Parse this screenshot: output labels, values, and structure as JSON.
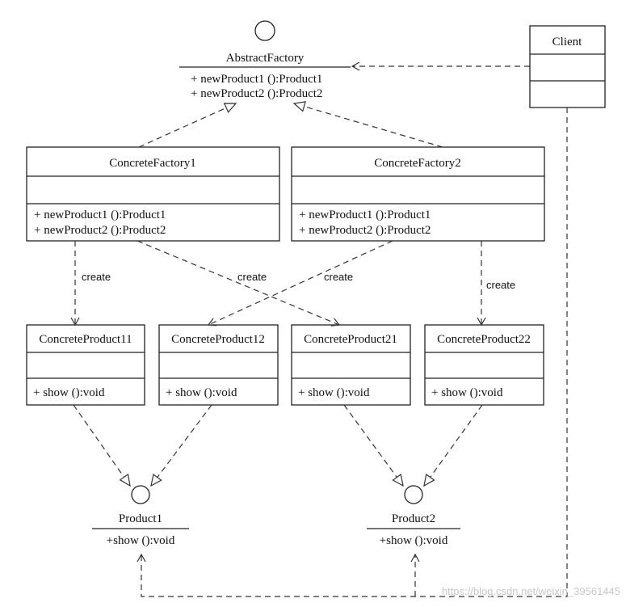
{
  "abstract_factory": {
    "name": "AbstractFactory",
    "methods": [
      "+ newProduct1 ():Product1",
      "+ newProduct2 ():Product2"
    ]
  },
  "client": {
    "name": "Client"
  },
  "concrete_factory_1": {
    "name": "ConcreteFactory1",
    "methods": [
      "+ newProduct1 ():Product1",
      "+ newProduct2 ():Product2"
    ]
  },
  "concrete_factory_2": {
    "name": "ConcreteFactory2",
    "methods": [
      "+ newProduct1 ():Product1",
      "+ newProduct2 ():Product2"
    ]
  },
  "products": [
    {
      "name": "ConcreteProduct11",
      "method": "+ show ():void"
    },
    {
      "name": "ConcreteProduct12",
      "method": "+ show ():void"
    },
    {
      "name": "ConcreteProduct21",
      "method": "+ show ():void"
    },
    {
      "name": "ConcreteProduct22",
      "method": "+ show ():void"
    }
  ],
  "interfaces": [
    {
      "name": "Product1",
      "method": "+show ():void"
    },
    {
      "name": "Product2",
      "method": "+show ():void"
    }
  ],
  "labels": {
    "create": "create"
  },
  "watermark": "https://blog.csdn.net/weixin_39561445"
}
